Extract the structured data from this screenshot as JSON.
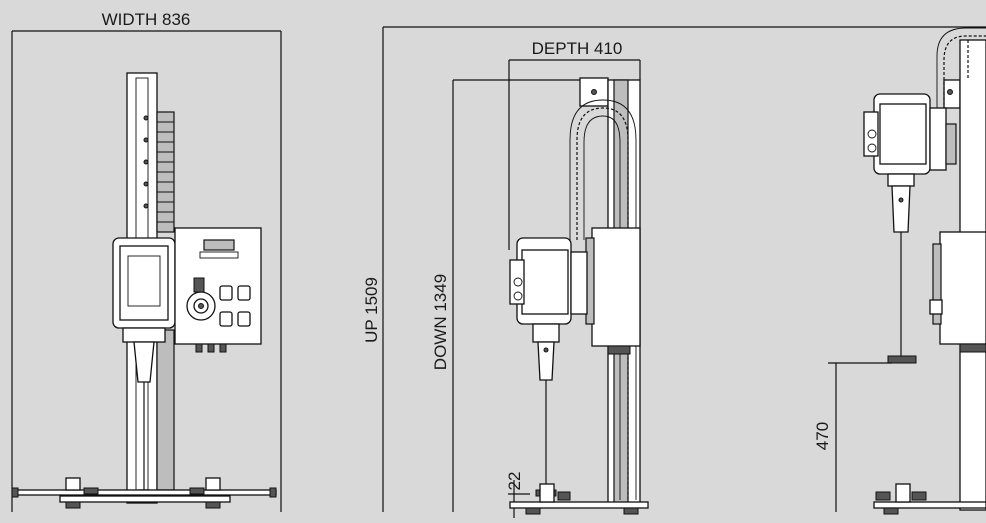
{
  "dimensions": {
    "width": "WIDTH 836",
    "depth": "DEPTH 410",
    "up": "UP 1509",
    "down": "DOWN 1349",
    "base_clearance": "22",
    "raised_clearance": "470"
  },
  "colors": {
    "background": "#d9d9d9",
    "line": "#111111",
    "part_fill": "#ffffff"
  }
}
